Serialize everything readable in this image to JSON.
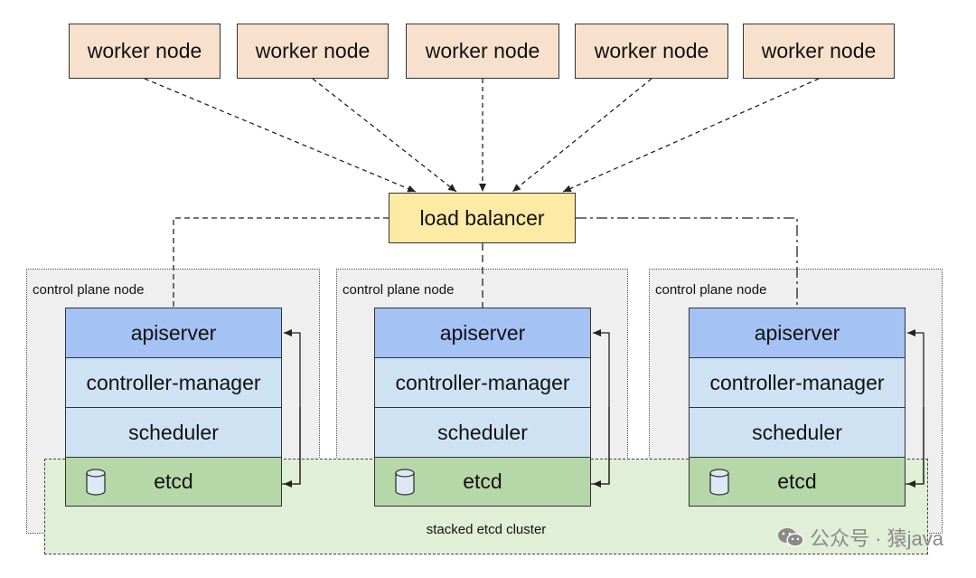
{
  "worker_nodes": [
    "worker node",
    "worker node",
    "worker node",
    "worker node",
    "worker node"
  ],
  "load_balancer": "load balancer",
  "control_planes": [
    {
      "label": "control plane node",
      "components": [
        "apiserver",
        "controller-manager",
        "scheduler",
        "etcd"
      ]
    },
    {
      "label": "control plane node",
      "components": [
        "apiserver",
        "controller-manager",
        "scheduler",
        "etcd"
      ]
    },
    {
      "label": "control plane node",
      "components": [
        "apiserver",
        "controller-manager",
        "scheduler",
        "etcd"
      ]
    }
  ],
  "etcd_cluster_label": "stacked etcd cluster",
  "watermark": "公众号 · 猿java",
  "colors": {
    "worker": "#f7e1cc",
    "load_balancer": "#fdeaa5",
    "apiserver": "#a4c2f4",
    "controller_scheduler": "#cfe2f3",
    "etcd": "#b6d7a8",
    "etcd_cluster_bg": "#e0efd6",
    "control_plane_bg": "#efefef"
  }
}
